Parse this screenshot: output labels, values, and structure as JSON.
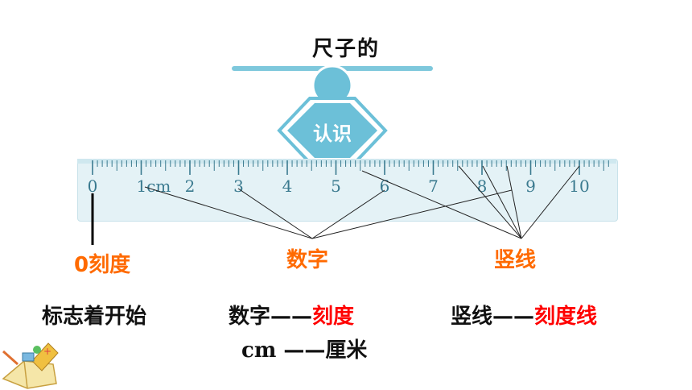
{
  "title": "尺子的",
  "badge": "认识",
  "ruler": {
    "numbers": [
      "0",
      "1cm",
      "2",
      "3",
      "4",
      "5",
      "6",
      "7",
      "8",
      "9",
      "10"
    ]
  },
  "labels": {
    "zero_scale": "0刻度",
    "digits": "数字",
    "vertical_lines": "竖线"
  },
  "explanations": {
    "zero_desc": "标志着开始",
    "digits_term": "数字",
    "dash1": "——",
    "digits_meaning": "刻度",
    "cm_term": "cm",
    "dash2": "——",
    "cm_meaning": "厘米",
    "lines_term": "竖线",
    "dash3": "——",
    "lines_meaning": "刻度线"
  },
  "colors": {
    "accent_blue": "#7ec8dc",
    "badge_blue": "#6cc0d8",
    "orange": "#ff6a00",
    "red": "#ff0000",
    "ruler_bg": "#e4f2f6",
    "tick": "#3a7a8f"
  },
  "icons": [
    "ruler-icon",
    "book-icon",
    "calculator-icon"
  ]
}
